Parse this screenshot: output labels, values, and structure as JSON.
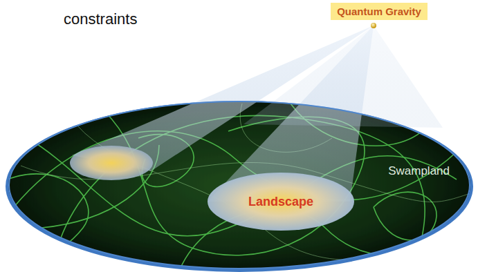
{
  "diagram": {
    "nodes": [
      {
        "text": [
          "Quantum Gravity"
        ]
      },
      {
        "text": [
          "Swampland"
        ]
      },
      {
        "text": [
          "Landscape"
        ],
        "in": 1
      }
    ],
    "labels": [
      "constraints"
    ]
  }
}
